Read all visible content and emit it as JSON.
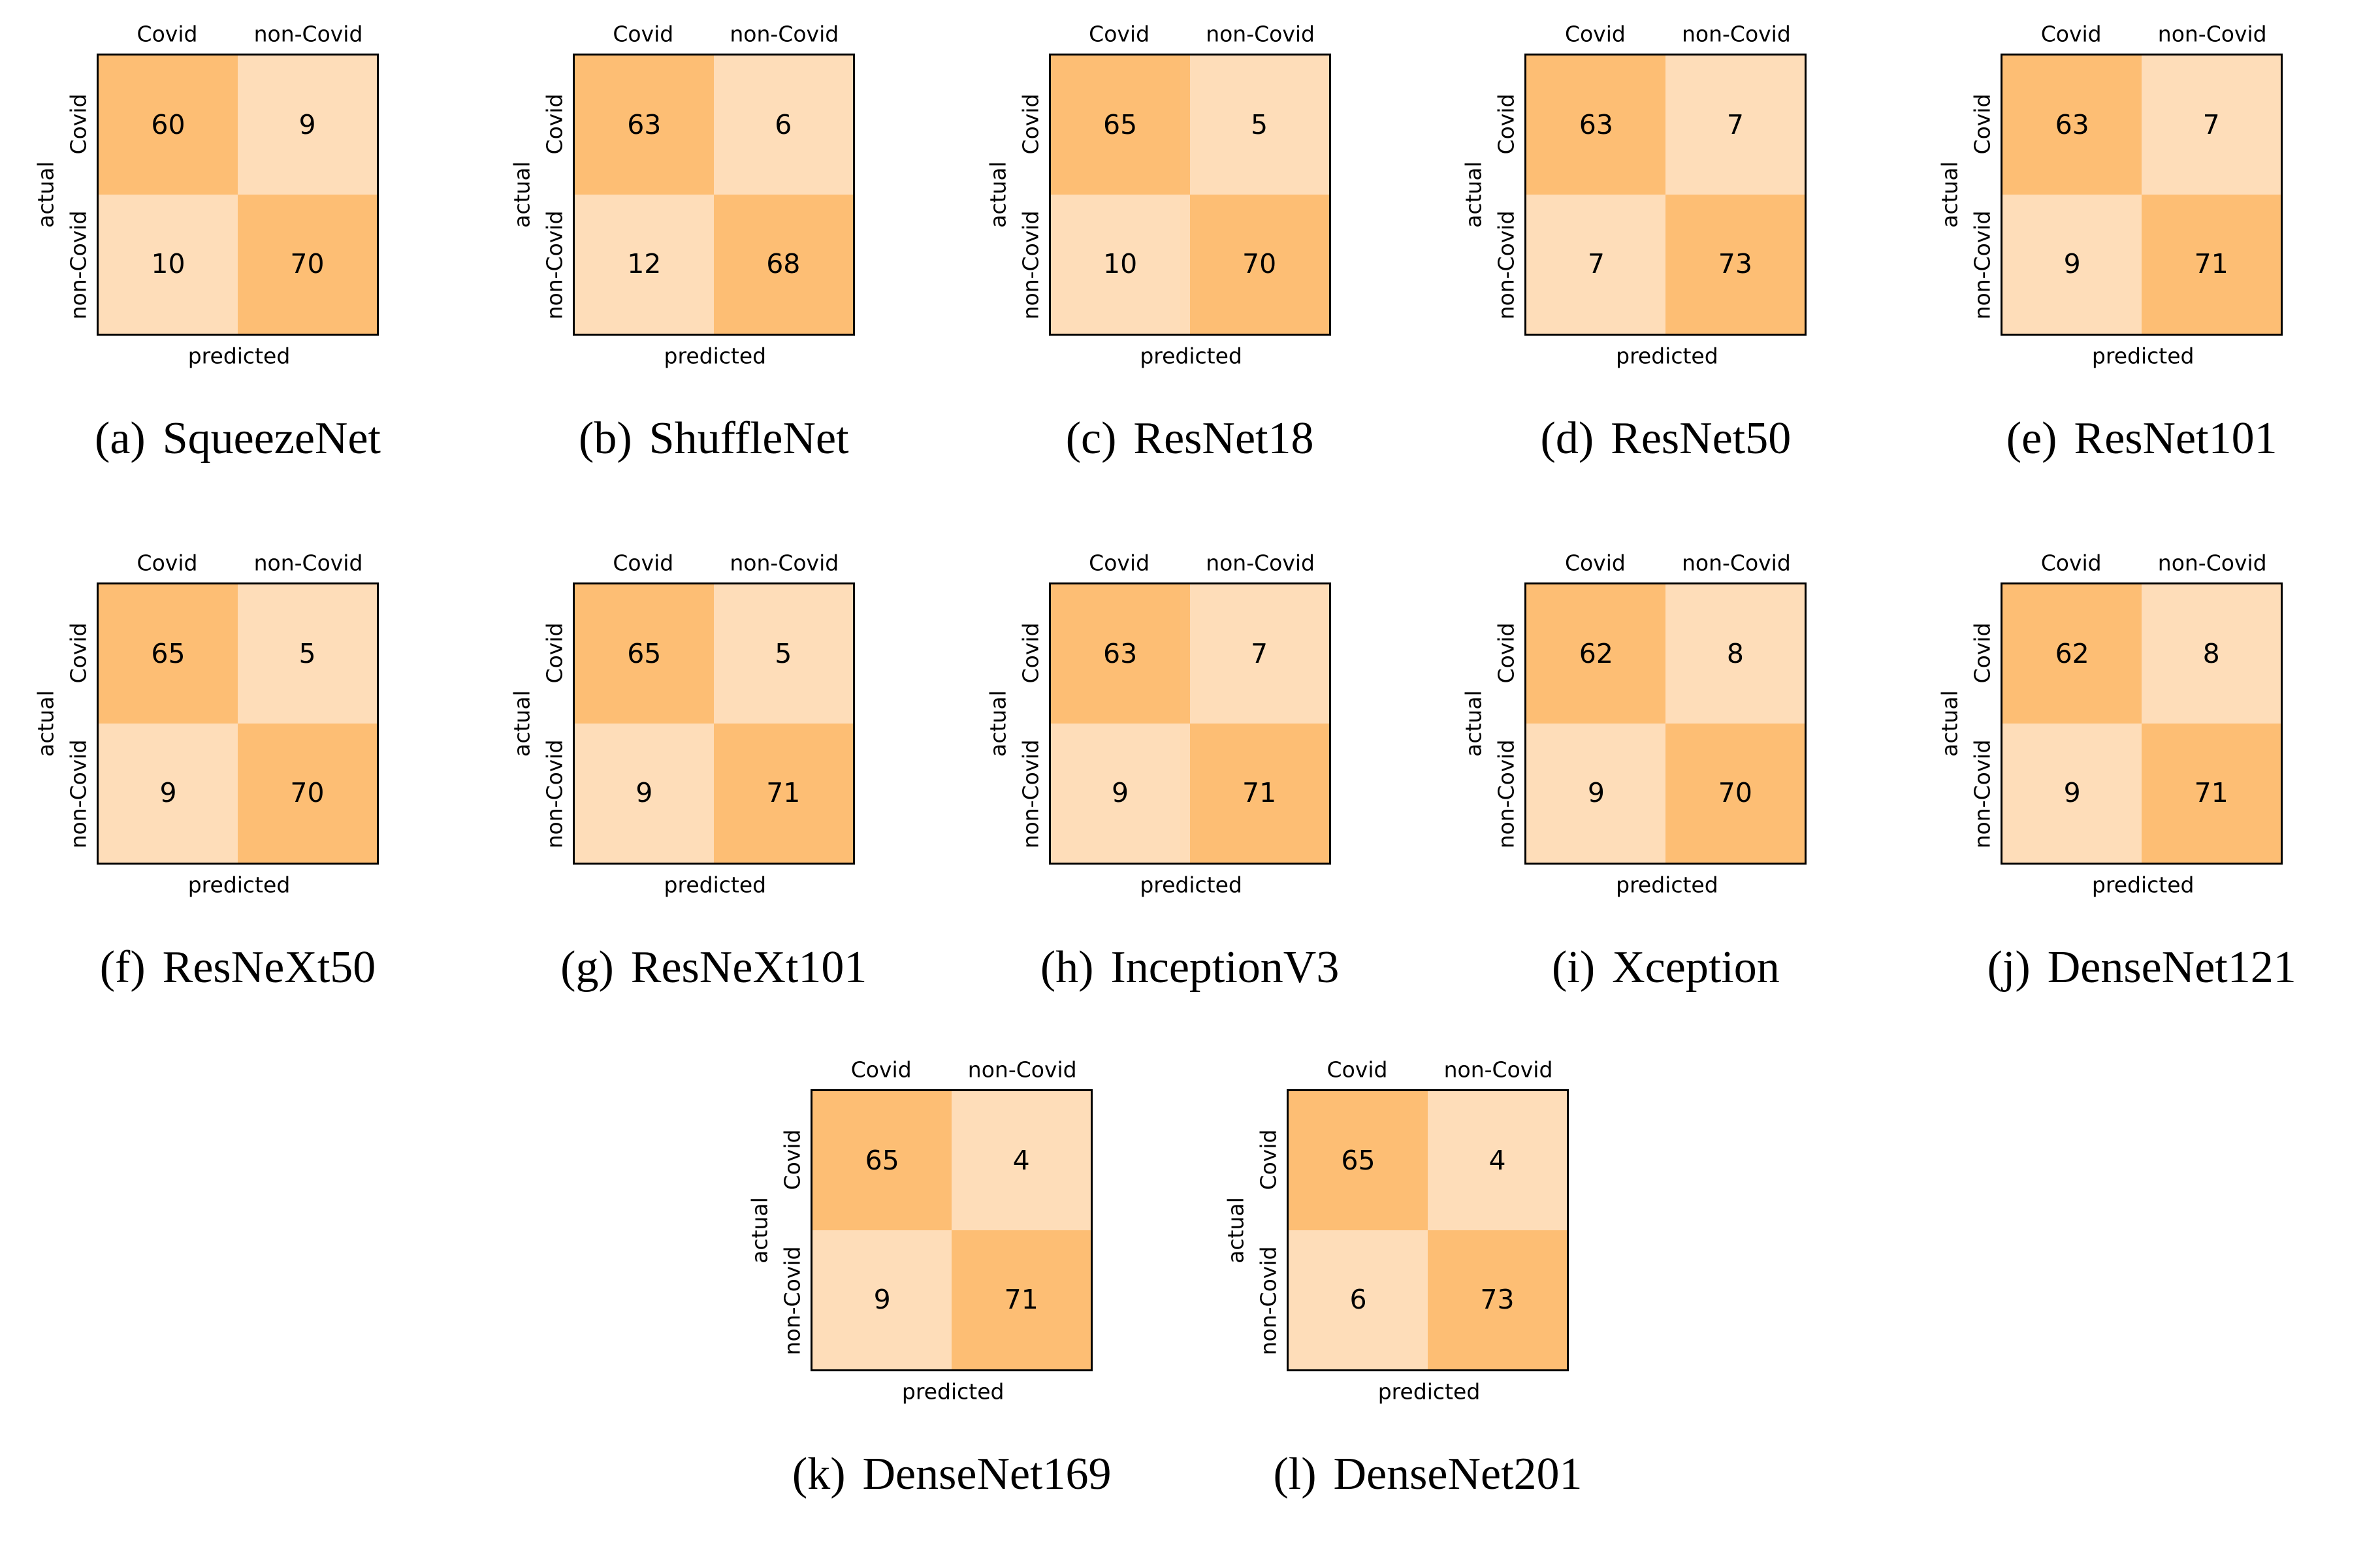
{
  "shared": {
    "x_axis_label": "predicted",
    "y_axis_label": "actual",
    "classes": [
      "Covid",
      "non-Covid"
    ],
    "high_threshold": 30,
    "colors": {
      "cell_high": "#FDBE74",
      "cell_low": "#FEDDB9",
      "border": "#000000",
      "text": "#000000",
      "background": "#FFFFFF"
    }
  },
  "chart_data": [
    {
      "type": "heatmap",
      "row": 0,
      "caption": {
        "prefix": "(a)",
        "name": "SqueezeNet"
      },
      "title": "(a) SqueezeNet",
      "x_categories": [
        "Covid",
        "non-Covid"
      ],
      "y_categories": [
        "Covid",
        "non-Covid"
      ],
      "xlabel": "predicted",
      "ylabel": "actual",
      "values": [
        [
          60,
          9
        ],
        [
          10,
          70
        ]
      ]
    },
    {
      "type": "heatmap",
      "row": 0,
      "caption": {
        "prefix": "(b)",
        "name": "ShuffleNet"
      },
      "title": "(b) ShuffleNet",
      "x_categories": [
        "Covid",
        "non-Covid"
      ],
      "y_categories": [
        "Covid",
        "non-Covid"
      ],
      "xlabel": "predicted",
      "ylabel": "actual",
      "values": [
        [
          63,
          6
        ],
        [
          12,
          68
        ]
      ]
    },
    {
      "type": "heatmap",
      "row": 0,
      "caption": {
        "prefix": "(c)",
        "name": "ResNet18"
      },
      "title": "(c) ResNet18",
      "x_categories": [
        "Covid",
        "non-Covid"
      ],
      "y_categories": [
        "Covid",
        "non-Covid"
      ],
      "xlabel": "predicted",
      "ylabel": "actual",
      "values": [
        [
          65,
          5
        ],
        [
          10,
          70
        ]
      ]
    },
    {
      "type": "heatmap",
      "row": 0,
      "caption": {
        "prefix": "(d)",
        "name": "ResNet50"
      },
      "title": "(d) ResNet50",
      "x_categories": [
        "Covid",
        "non-Covid"
      ],
      "y_categories": [
        "Covid",
        "non-Covid"
      ],
      "xlabel": "predicted",
      "ylabel": "actual",
      "values": [
        [
          63,
          7
        ],
        [
          7,
          73
        ]
      ]
    },
    {
      "type": "heatmap",
      "row": 0,
      "caption": {
        "prefix": "(e)",
        "name": "ResNet101"
      },
      "title": "(e) ResNet101",
      "x_categories": [
        "Covid",
        "non-Covid"
      ],
      "y_categories": [
        "Covid",
        "non-Covid"
      ],
      "xlabel": "predicted",
      "ylabel": "actual",
      "values": [
        [
          63,
          7
        ],
        [
          9,
          71
        ]
      ]
    },
    {
      "type": "heatmap",
      "row": 1,
      "caption": {
        "prefix": "(f)",
        "name": "ResNeXt50"
      },
      "title": "(f) ResNeXt50",
      "x_categories": [
        "Covid",
        "non-Covid"
      ],
      "y_categories": [
        "Covid",
        "non-Covid"
      ],
      "xlabel": "predicted",
      "ylabel": "actual",
      "values": [
        [
          65,
          5
        ],
        [
          9,
          70
        ]
      ]
    },
    {
      "type": "heatmap",
      "row": 1,
      "caption": {
        "prefix": "(g)",
        "name": "ResNeXt101"
      },
      "title": "(g) ResNeXt101",
      "x_categories": [
        "Covid",
        "non-Covid"
      ],
      "y_categories": [
        "Covid",
        "non-Covid"
      ],
      "xlabel": "predicted",
      "ylabel": "actual",
      "values": [
        [
          65,
          5
        ],
        [
          9,
          71
        ]
      ]
    },
    {
      "type": "heatmap",
      "row": 1,
      "caption": {
        "prefix": "(h)",
        "name": "InceptionV3"
      },
      "title": "(h) InceptionV3",
      "x_categories": [
        "Covid",
        "non-Covid"
      ],
      "y_categories": [
        "Covid",
        "non-Covid"
      ],
      "xlabel": "predicted",
      "ylabel": "actual",
      "values": [
        [
          63,
          7
        ],
        [
          9,
          71
        ]
      ]
    },
    {
      "type": "heatmap",
      "row": 1,
      "caption": {
        "prefix": "(i)",
        "name": "Xception"
      },
      "title": "(i) Xception",
      "x_categories": [
        "Covid",
        "non-Covid"
      ],
      "y_categories": [
        "Covid",
        "non-Covid"
      ],
      "xlabel": "predicted",
      "ylabel": "actual",
      "values": [
        [
          62,
          8
        ],
        [
          9,
          70
        ]
      ]
    },
    {
      "type": "heatmap",
      "row": 1,
      "caption": {
        "prefix": "(j)",
        "name": "DenseNet121"
      },
      "title": "(j) DenseNet121",
      "x_categories": [
        "Covid",
        "non-Covid"
      ],
      "y_categories": [
        "Covid",
        "non-Covid"
      ],
      "xlabel": "predicted",
      "ylabel": "actual",
      "values": [
        [
          62,
          8
        ],
        [
          9,
          71
        ]
      ]
    },
    {
      "type": "heatmap",
      "row": 2,
      "caption": {
        "prefix": "(k)",
        "name": "DenseNet169"
      },
      "title": "(k) DenseNet169",
      "x_categories": [
        "Covid",
        "non-Covid"
      ],
      "y_categories": [
        "Covid",
        "non-Covid"
      ],
      "xlabel": "predicted",
      "ylabel": "actual",
      "values": [
        [
          65,
          4
        ],
        [
          9,
          71
        ]
      ]
    },
    {
      "type": "heatmap",
      "row": 2,
      "caption": {
        "prefix": "(l)",
        "name": "DenseNet201"
      },
      "title": "(l) DenseNet201",
      "x_categories": [
        "Covid",
        "non-Covid"
      ],
      "y_categories": [
        "Covid",
        "non-Covid"
      ],
      "xlabel": "predicted",
      "ylabel": "actual",
      "values": [
        [
          65,
          4
        ],
        [
          6,
          73
        ]
      ]
    }
  ]
}
